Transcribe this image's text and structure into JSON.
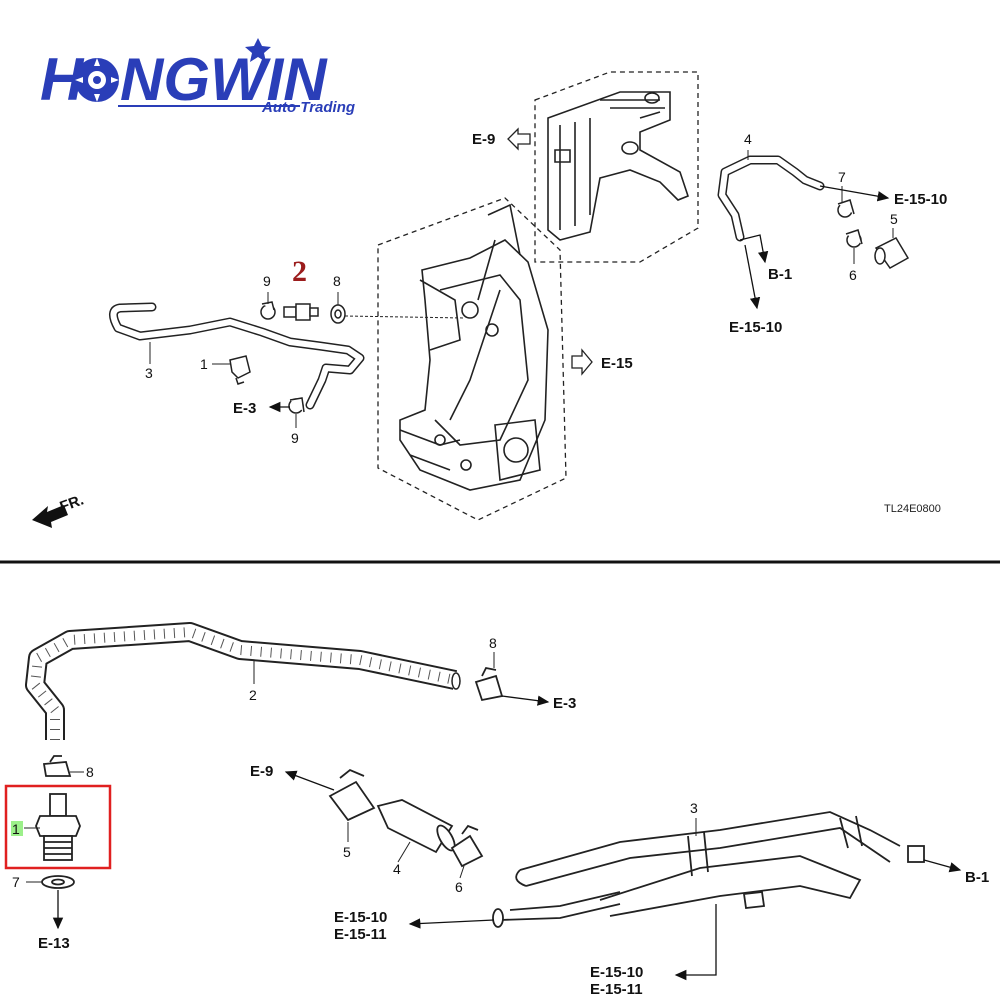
{
  "logo": {
    "brand_prefix": "H",
    "brand_suffix": "NGWIN",
    "subtitle": "Auto Trading",
    "brand_color": "#2a3eb8"
  },
  "top_diagram": {
    "callout_number": "2",
    "callout_color": "#9b1c1c",
    "part_labels": {
      "p1": "1",
      "p3": "3",
      "p4": "4",
      "p5": "5",
      "p6": "6",
      "p7": "7",
      "p8": "8",
      "p9a": "9",
      "p9b": "9"
    },
    "refs": {
      "e9": "E-9",
      "e15_10_top": "E-15-10",
      "b1": "B-1",
      "e15_10_bottom": "E-15-10",
      "e15": "E-15",
      "e3": "E-3"
    },
    "diagram_code": "TL24E0800",
    "front_marker": "FR."
  },
  "bottom_diagram": {
    "highlight_color": "#e02020",
    "part_labels": {
      "p1": "1",
      "p2": "2",
      "p3": "3",
      "p4": "4",
      "p5": "5",
      "p6": "6",
      "p7": "7",
      "p8_left": "8",
      "p8_top": "8"
    },
    "refs": {
      "e3": "E-3",
      "e9": "E-9",
      "b1": "B-1",
      "e13": "E-13",
      "e15_10_left": "E-15-10",
      "e15_11_left": "E-15-11",
      "e15_10_right": "E-15-10",
      "e15_11_right": "E-15-11"
    }
  }
}
